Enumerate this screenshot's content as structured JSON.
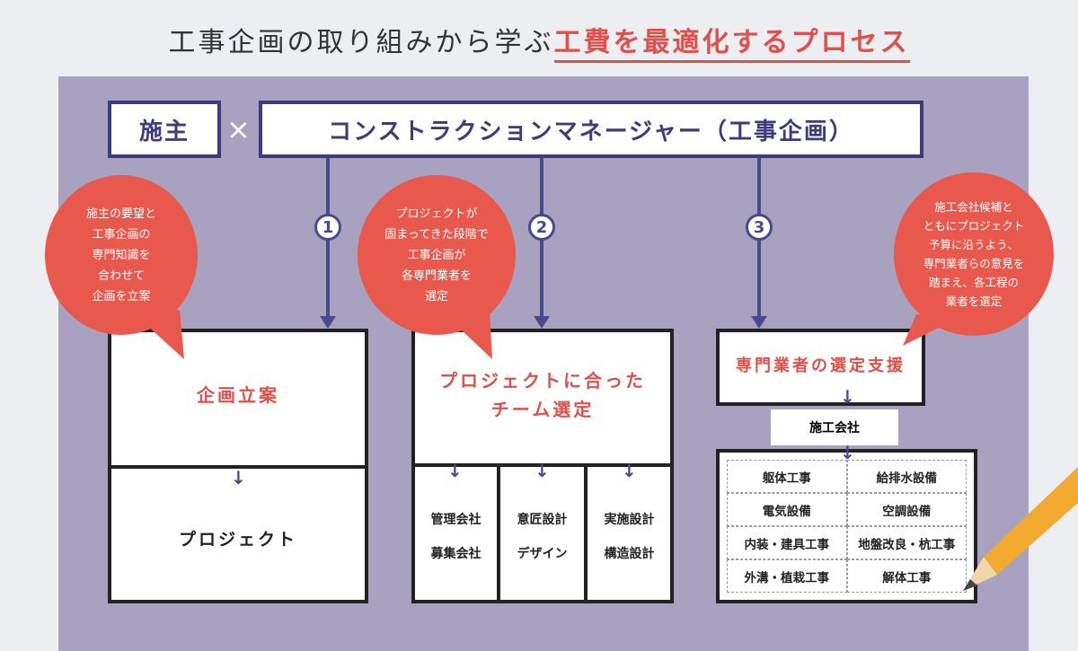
{
  "title": {
    "part1": "工事企画の取り組みから学ぶ",
    "part2": "工費を最適化するプロセス"
  },
  "header": {
    "owner": "施主",
    "times": "×",
    "cm": "コンストラクションマネージャー（工事企画）"
  },
  "steps": [
    "1",
    "2",
    "3"
  ],
  "bubbles": [
    {
      "lines": [
        "施主の要望と",
        "工事企画の",
        "専門知識を",
        "合わせて",
        "企画を立案"
      ]
    },
    {
      "lines": [
        "プロジェクトが",
        "固まってきた段階で",
        "工事企画が",
        "各専門業者を",
        "選定"
      ]
    },
    {
      "lines": [
        "施工会社候補と",
        "ともにプロジェクト",
        "予算に沿うよう、",
        "専門業者らの意見を",
        "踏まえ、各工程の",
        "業者を選定"
      ]
    }
  ],
  "room1": {
    "top": "企画立案",
    "bottom": "プロジェクト"
  },
  "room2": {
    "top_line1": "プロジェクトに合った",
    "top_line2": "チーム選定",
    "subs": [
      [
        "管理会社",
        "募集会社"
      ],
      [
        "意匠設計",
        "デザイン"
      ],
      [
        "実施設計",
        "構造設計"
      ]
    ]
  },
  "room3": {
    "top": "専門業者の選定支援",
    "contractor": "施工会社",
    "trades": [
      "躯体工事",
      "給排水設備",
      "電気設備",
      "空調設備",
      "内装・建具工事",
      "地盤改良・杭工事",
      "外溝・植栽工事",
      "解体工事"
    ]
  },
  "colors": {
    "navy": "#3d3b7d",
    "red": "#e0504a",
    "panel": "#a8a2c0"
  }
}
